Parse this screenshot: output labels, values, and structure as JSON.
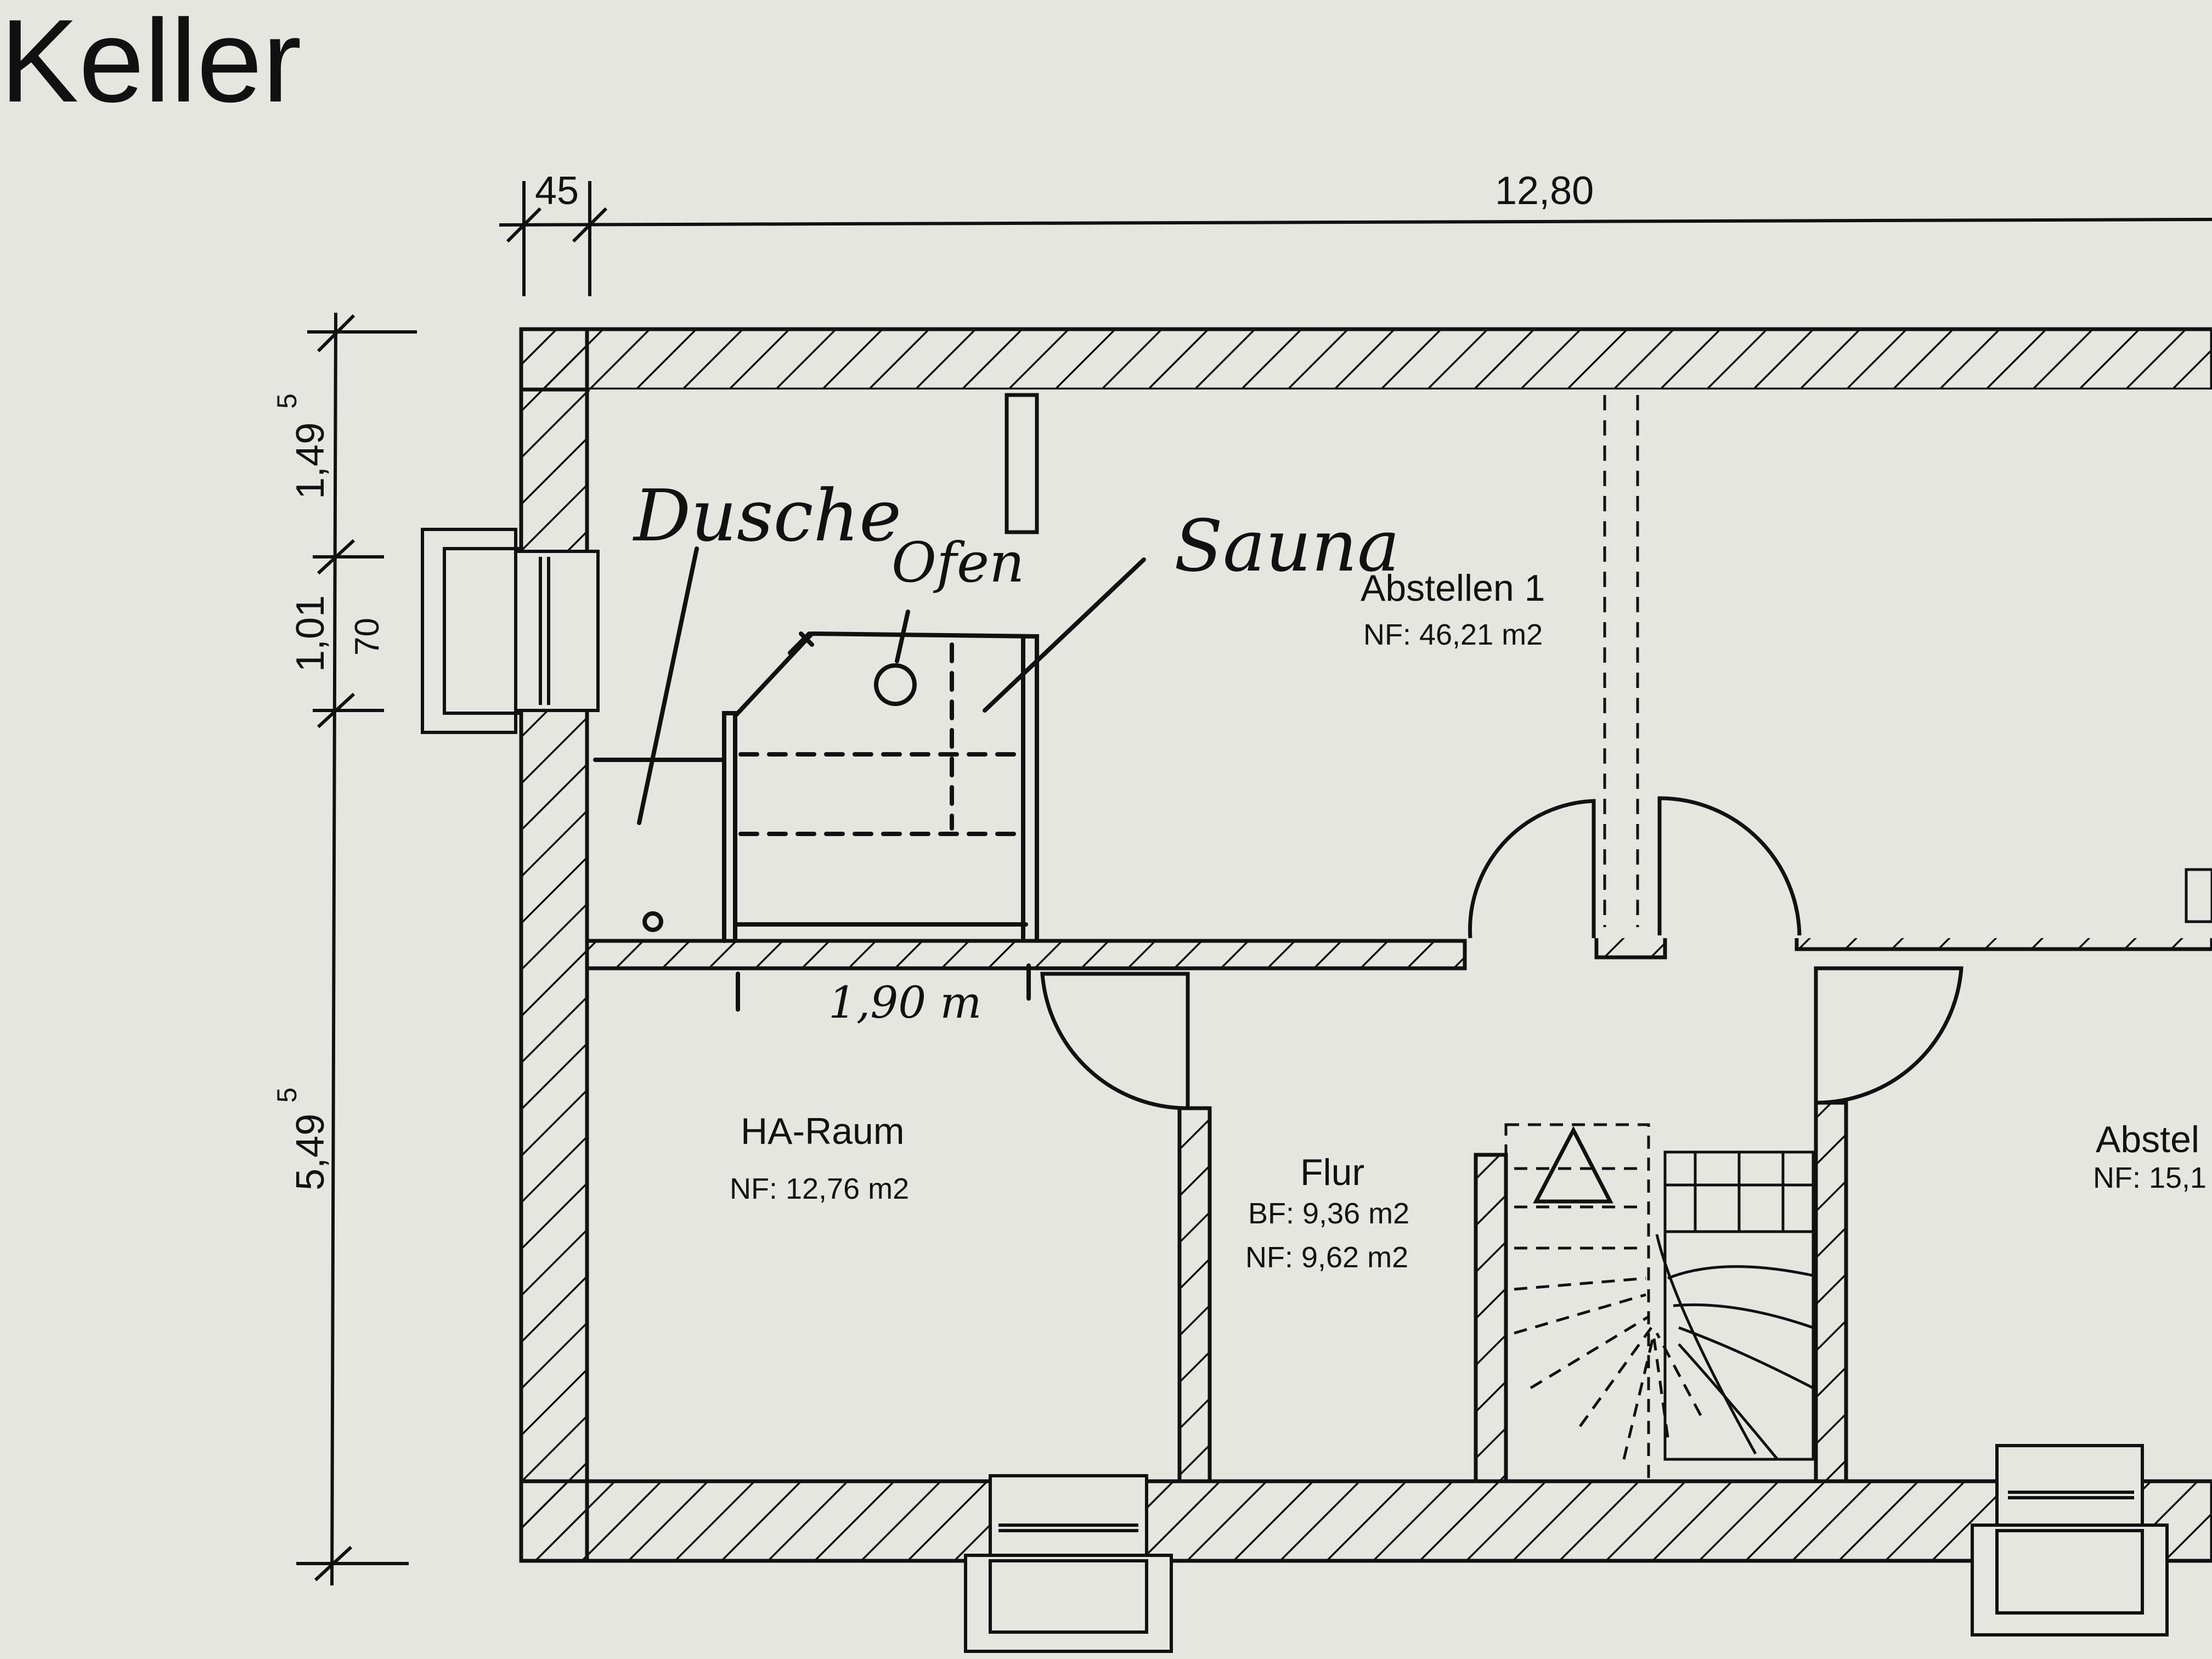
{
  "page_title": "Keller",
  "dimensions": {
    "top_small": "45",
    "top_total": "12,80",
    "left_upper": "1,49",
    "left_upper_sup": "5",
    "left_window": "1,01",
    "left_window_inner": "70",
    "left_lower": "5,49",
    "left_lower_sup": "5"
  },
  "rooms": {
    "abstellen1": {
      "name": "Abstellen 1",
      "area": "NF: 46,21 m2"
    },
    "ha_raum": {
      "name": "HA-Raum",
      "area": "NF: 12,76 m2"
    },
    "flur": {
      "name": "Flur",
      "area_bf": "BF: 9,36 m2",
      "area_nf": "NF: 9,62 m2"
    },
    "abstellen_right": {
      "name": "Abstel",
      "area": "NF: 15,1"
    }
  },
  "annotations": {
    "dusche": "Dusche",
    "ofen": "Ofen",
    "sauna": "Sauna",
    "sauna_width": "1,90 m"
  },
  "colors": {
    "paper": "#e6e6e1",
    "ink": "#111111"
  }
}
